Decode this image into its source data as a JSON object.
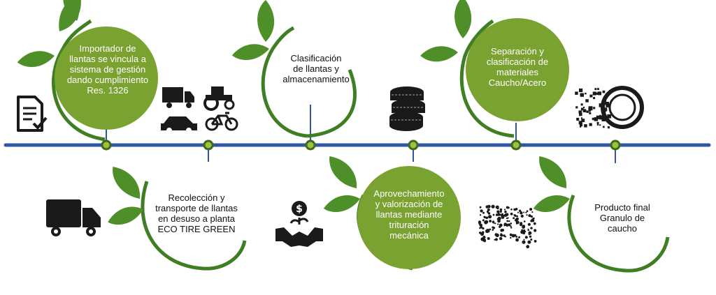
{
  "colors": {
    "timeline": "#2f55a4",
    "node_ring": "#3d6b1f",
    "node_fill": "#9fc23b",
    "circle": "#7aa230",
    "circle_dark": "#5e8a24",
    "leaf": "#4f8f2a",
    "arc": "#3f7e23",
    "icon": "#1a1a1a"
  },
  "steps": [
    {
      "id": "step-1",
      "lines": [
        "Importador de",
        "llantas se vincula a",
        "sistema de gestión",
        "dando cumplimiento",
        "Res. 1326"
      ]
    },
    {
      "id": "step-2",
      "lines": [
        "Recolección y",
        "transporte de llantas",
        "en desuso a planta",
        "ECO TIRE GREEN"
      ]
    },
    {
      "id": "step-3",
      "lines": [
        "Clasificación",
        "de llantas y",
        "almacenamiento"
      ]
    },
    {
      "id": "step-4",
      "lines": [
        "Aprovechamiento",
        "y valorización de",
        "llantas mediante",
        "trituración",
        "mecánica"
      ]
    },
    {
      "id": "step-5",
      "lines": [
        "Separación y",
        "clasificación de",
        "materiales",
        "Caucho/Acero"
      ]
    },
    {
      "id": "step-6",
      "lines": [
        "Producto final",
        "Granulo de",
        "caucho"
      ]
    }
  ],
  "icons": [
    "document-check-icon",
    "truck-icon",
    "car-icon",
    "tractor-icon",
    "bicycle-icon",
    "delivery-truck-icon",
    "money-handshake-icon",
    "tire-stack-icon",
    "rubber-granules-icon",
    "shredding-tire-icon"
  ]
}
